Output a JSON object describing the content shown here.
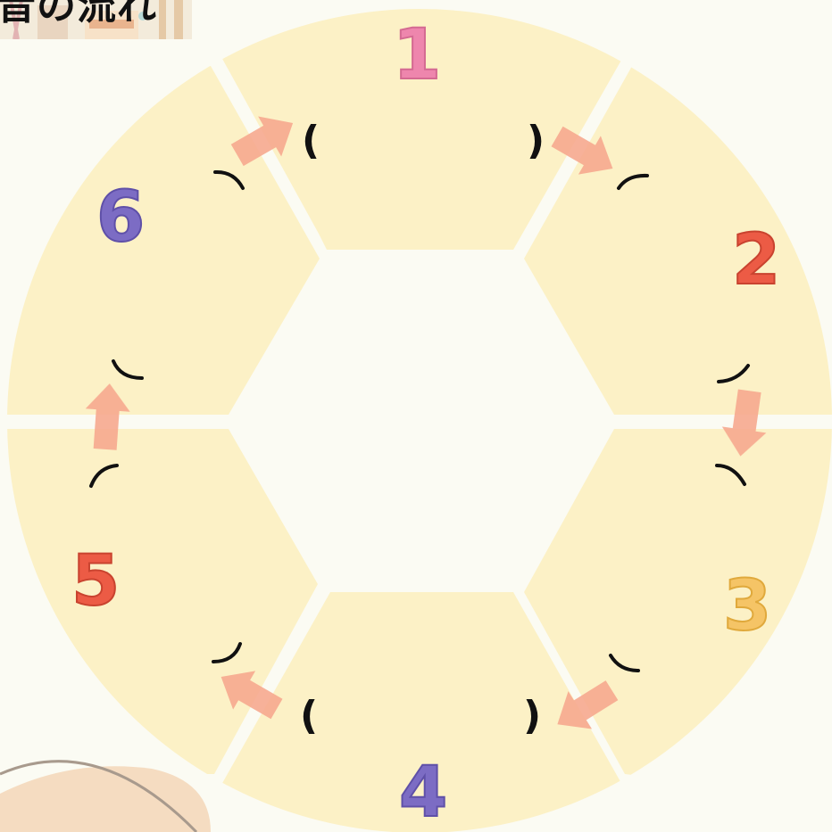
{
  "title": "音の流れ",
  "steps": [
    {
      "number": "1",
      "color": "#ee86ad"
    },
    {
      "number": "2",
      "color": "#ec5b45"
    },
    {
      "number": "3",
      "color": "#f5c466"
    },
    {
      "number": "4",
      "color": "#7c6cc4"
    },
    {
      "number": "5",
      "color": "#ec5b45"
    },
    {
      "number": "6",
      "color": "#7c6cc4"
    }
  ],
  "brackets": {
    "open": "(",
    "close": ")"
  },
  "colors": {
    "background": "#fbfbf3",
    "ring": "#fcf1c6",
    "arrow": "#f6a98f",
    "bracket": "#111111"
  }
}
